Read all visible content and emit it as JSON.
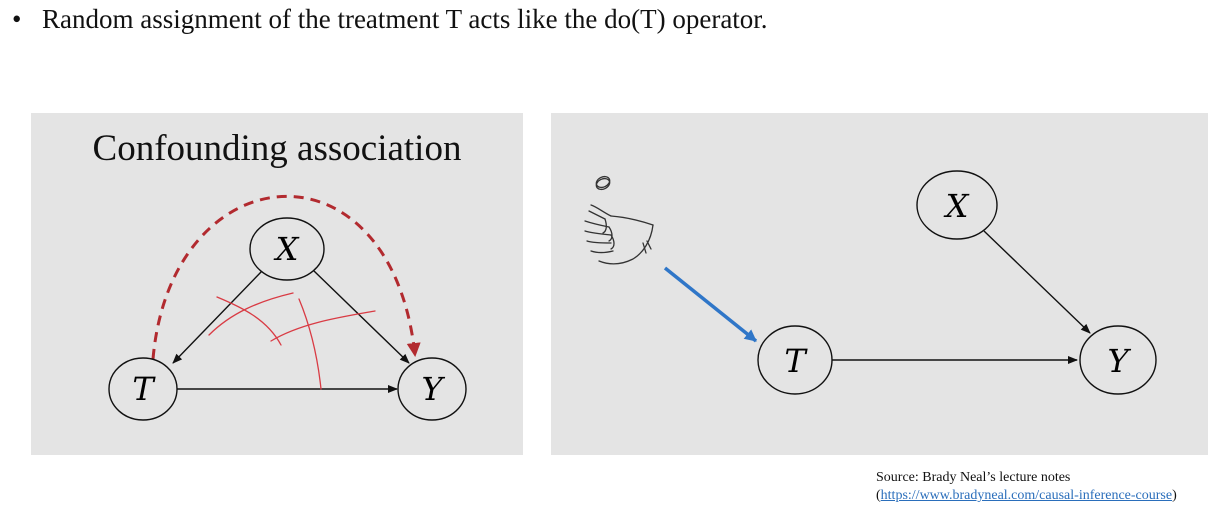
{
  "bullet": {
    "symbol": "•",
    "text": "Random assignment of the treatment T acts like the do(T) operator."
  },
  "left_diagram": {
    "title": "Confounding association",
    "nodes": {
      "x": "X",
      "t": "T",
      "y": "Y"
    }
  },
  "right_diagram": {
    "nodes": {
      "x": "X",
      "t": "T",
      "y": "Y"
    },
    "icon": "hand-flipping-coin-icon"
  },
  "source": {
    "label": "Source: Brady Neal’s lecture notes",
    "open_paren": "(",
    "link": "https://www.bradyneal.com/causal-inference-course",
    "close_paren": ")"
  },
  "colors": {
    "panel_bg": "#e4e4e4",
    "confounding_arrow": "#b22a2f",
    "handwriting": "#d93b44",
    "treatment_arrow": "#2f76c8",
    "link": "#2a6ebb"
  }
}
